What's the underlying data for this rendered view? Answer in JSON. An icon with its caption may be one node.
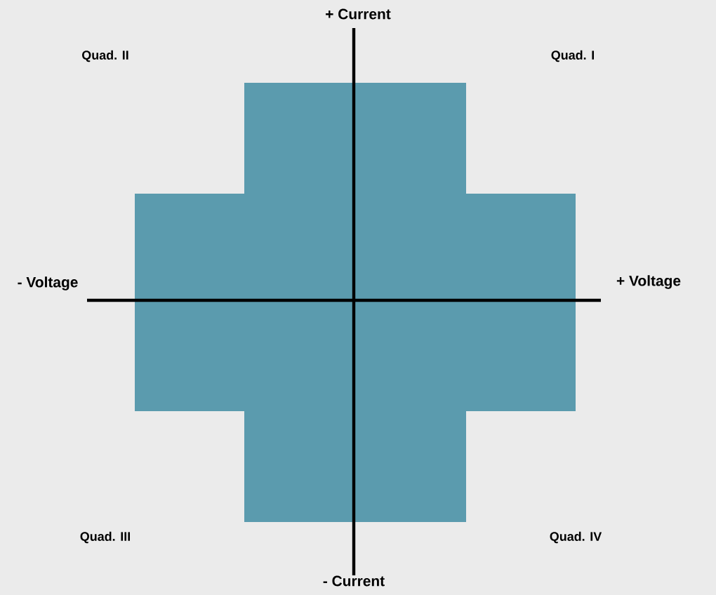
{
  "diagram": {
    "labels": [
      "+ Current",
      "Quad. II",
      "Quad. I",
      "- Voltage",
      "+ Voltage",
      "Quad. III",
      "Quad. IV",
      "- Current"
    ]
  }
}
